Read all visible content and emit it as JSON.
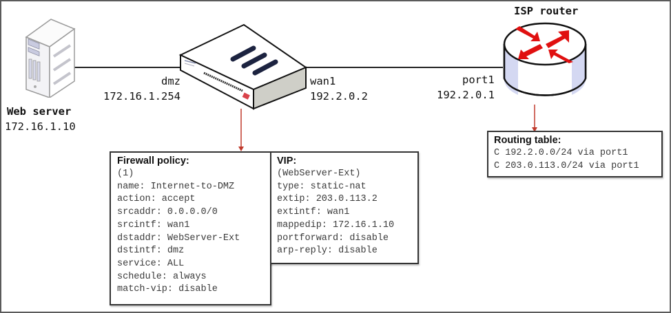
{
  "nodes": {
    "web_server": {
      "name": "Web server",
      "ip": "172.16.1.10",
      "icon": "server-tower-icon"
    },
    "firewall": {
      "icon": "firewall-appliance-icon",
      "dmz": {
        "interface": "dmz",
        "ip": "172.16.1.254"
      },
      "wan1": {
        "interface": "wan1",
        "ip": "192.2.0.2"
      }
    },
    "isp_router": {
      "name": "ISP router",
      "icon": "router-icon",
      "port1": {
        "interface": "port1",
        "ip": "192.2.0.1"
      }
    }
  },
  "routing_table": {
    "title": "Routing table:",
    "lines": [
      "C 192.2.0.0/24 via port1",
      "C 203.0.113.0/24 via port1"
    ]
  },
  "firewall_policy": {
    "title": "Firewall policy:",
    "lines": [
      "(1)",
      "name: Internet-to-DMZ",
      "action: accept",
      "srcaddr: 0.0.0.0/0",
      "srcintf: wan1",
      "dstaddr: WebServer-Ext",
      "dstintf: dmz",
      "service: ALL",
      "schedule: always",
      "match-vip: disable"
    ]
  },
  "vip": {
    "title": "VIP:",
    "lines": [
      "(WebServer-Ext)",
      "type: static-nat",
      "extip: 203.0.113.2",
      "extintf: wan1",
      "mappedip: 172.16.1.10",
      "portforward: disable",
      "arp-reply: disable"
    ]
  },
  "colors": {
    "link_line": "#222222",
    "annotation_arrow": "#c0392b",
    "router_arrows": "#e01010",
    "router_side": "#d4d8f2",
    "firewall_logo": "#1c2340"
  }
}
